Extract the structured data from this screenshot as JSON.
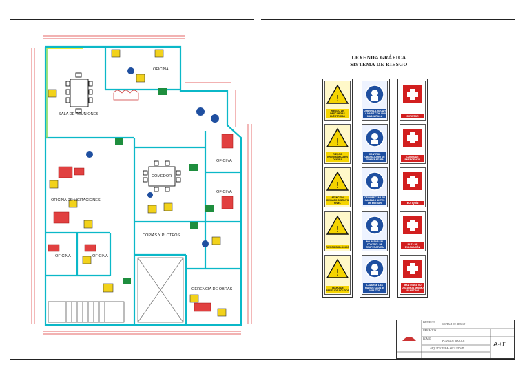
{
  "plan": {
    "rooms": {
      "sala_reuniones": "SALA DE REUNIONES",
      "oficina_top": "OFICINA",
      "comedor": "COMEDOR",
      "oficina_right_1": "OFICINA",
      "oficina_right_2": "OFICINA",
      "licitaciones": "OFICINA DE LICITACIONES",
      "oficina_small_1": "OFICINA",
      "oficina_small_2": "OFICINA",
      "copias": "COPIAS Y PLOTEOS",
      "gerencia": "GERENCIA DE OBRAS"
    }
  },
  "legend": {
    "title_1": "LEYENDA GRÁFICA",
    "title_2": "SISTEMA DE RIESGO",
    "columns": [
      {
        "kind": "warning",
        "color": "#f5d400",
        "signs": [
          {
            "icon": "electric-warning-icon",
            "caption": "RIESGO DE DESCARGAS ELÉCTRICAS"
          },
          {
            "icon": "ergonomic-warning-icon",
            "caption": "RIESGO ERGONÓMICO EN OFICINA"
          },
          {
            "icon": "fall-warning-icon",
            "caption": "¡ATENCIÓN! CUIDADO DISTINTO NIVEL"
          },
          {
            "icon": "biohazard-icon",
            "caption": "RIESGO BIOLÓGICO"
          },
          {
            "icon": "waste-bin-icon",
            "caption": "TACHO DE RESIDUOS SÓLIDOS"
          }
        ]
      },
      {
        "kind": "mandatory",
        "color": "#1f4fa0",
        "signs": [
          {
            "icon": "face-mask-icon",
            "caption": "CUBRIR LA BOCA Y LA NARIZ CON UNA MASCARILLA"
          },
          {
            "icon": "thermometer-gun-icon",
            "caption": "CONTROL OBLIGATORIO DE TEMPERATURA"
          },
          {
            "icon": "hand-sanitizer-icon",
            "caption": "DESINFECTAR SU CALZADO ANTES DE ENTRAR"
          },
          {
            "icon": "thermometer-icon",
            "caption": "NO PASAR SIN CONTROL DE TEMPERATURA"
          },
          {
            "icon": "hand-washing-icon",
            "caption": "LAVARSE LAS MANOS CADA 30 MINUTOS"
          }
        ]
      },
      {
        "kind": "emergency",
        "color": "#d21f1f",
        "signs": [
          {
            "icon": "fire-extinguisher-icon",
            "caption": "EXTINTOR"
          },
          {
            "icon": "emergency-lights-icon",
            "caption": "LUCES DE EMERGENCIA"
          },
          {
            "icon": "first-aid-icon",
            "caption": "BOTIQUÍN"
          },
          {
            "icon": "exit-arrow-icon",
            "caption": "RUTA DE EVACUACIÓN"
          },
          {
            "icon": "footprints-icon",
            "caption": "MANTENGA SU DISTANCIA MÍNIMO UN METROS"
          }
        ]
      }
    ]
  },
  "titleblock": {
    "project_label": "PROYECTO",
    "project": "SISTEMA DE RIESGO",
    "address_label": "UBICACIÓN",
    "plan_label": "PLANO",
    "plan": "PLANO DE RIESGOS",
    "specialty": "ARQUITECTURA - SEGURIDAD",
    "code": "A-01"
  }
}
